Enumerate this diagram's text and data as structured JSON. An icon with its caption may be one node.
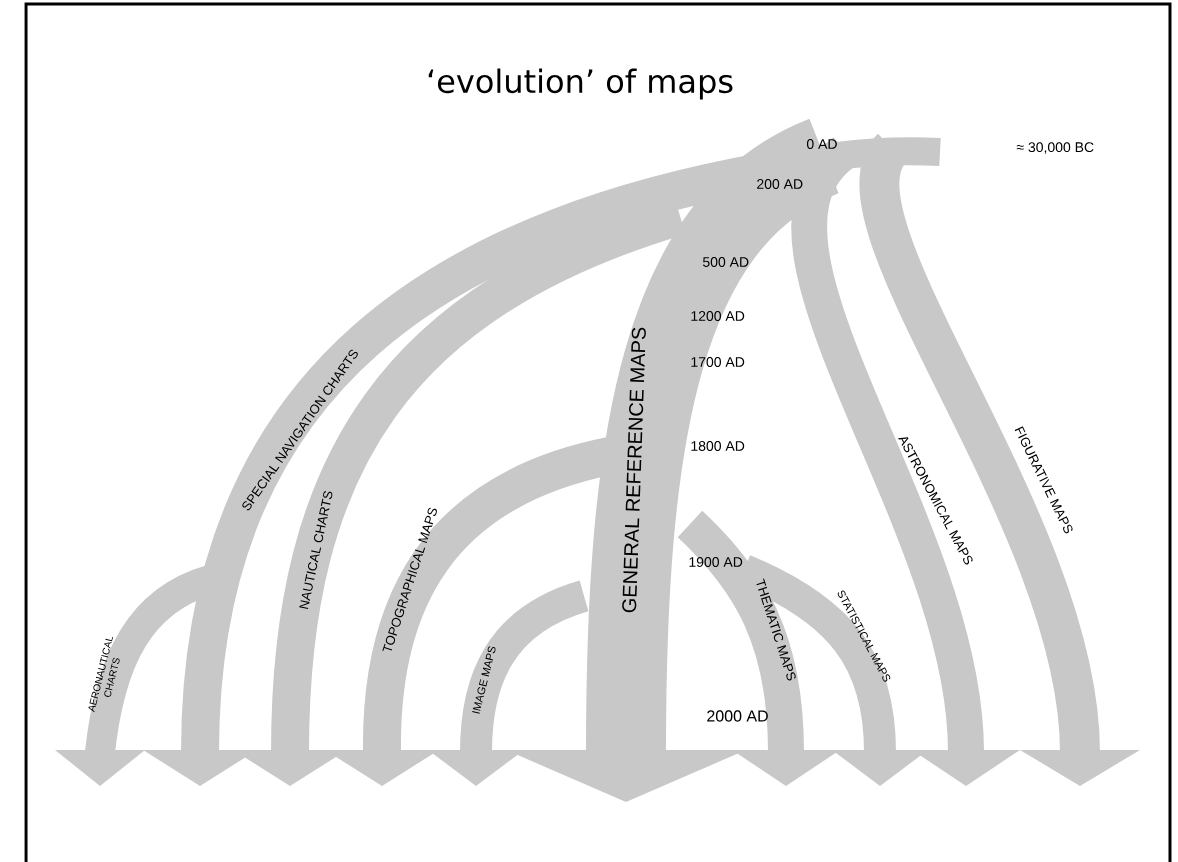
{
  "diagram": {
    "title": "‘evolution’ of maps",
    "nodes": [
      {
        "text": [
          "AERONAUTICAL CHARTS"
        ]
      },
      {
        "text": [
          "SPECIAL NAVIGATION CHARTS"
        ]
      },
      {
        "text": [
          "NAUTICAL CHARTS"
        ]
      },
      {
        "text": [
          "TOPOGRAPHICAL MAPS"
        ]
      },
      {
        "text": [
          "IMAGE MAPS"
        ]
      },
      {
        "text": [
          "GENERAL REFERENCE MAPS"
        ]
      },
      {
        "text": [
          "THEMATIC MAPS"
        ]
      },
      {
        "text": [
          "STATISTICAL MAPS"
        ]
      },
      {
        "text": [
          "ASTRONOMICAL MAPS"
        ]
      },
      {
        "text": [
          "FIGURATIVE MAPS"
        ]
      }
    ],
    "labels": [
      "0 AD",
      "≈ 30,000 BC",
      "200 AD",
      "500 AD",
      "1200 AD",
      "1700 AD",
      "1800 AD",
      "1900 AD",
      "2000 AD"
    ]
  }
}
